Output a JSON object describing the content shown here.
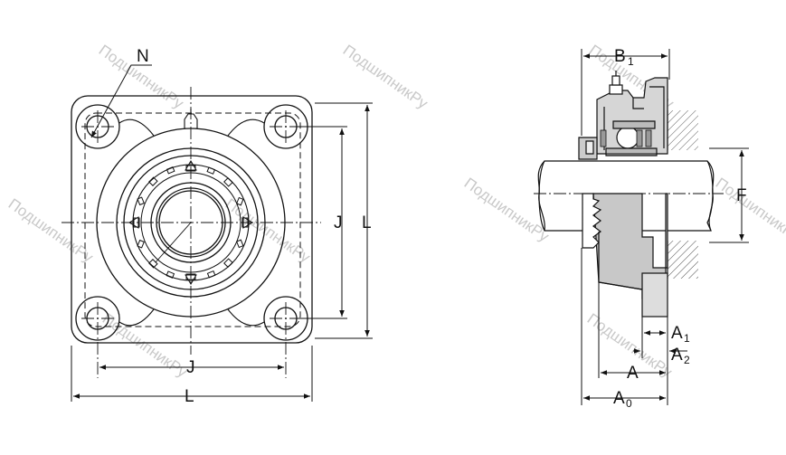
{
  "watermark": "ПодшипникРу",
  "front_view": {
    "label_n": "N",
    "label_j_vertical": "J",
    "label_l_vertical": "L",
    "label_j_horizontal": "J",
    "label_l_horizontal": "L"
  },
  "side_view": {
    "label_b1": "B",
    "label_b1_sub": "1",
    "label_f": "F",
    "label_a1": "A",
    "label_a1_sub": "1",
    "label_a2": "A",
    "label_a2_sub": "2",
    "label_a": "A",
    "label_a0": "A",
    "label_a0_sub": "0"
  },
  "colors": {
    "line": "#111111",
    "gray_fill": "#c8c8c8",
    "hatch": "#555555",
    "watermark": "#c9c9c9"
  }
}
